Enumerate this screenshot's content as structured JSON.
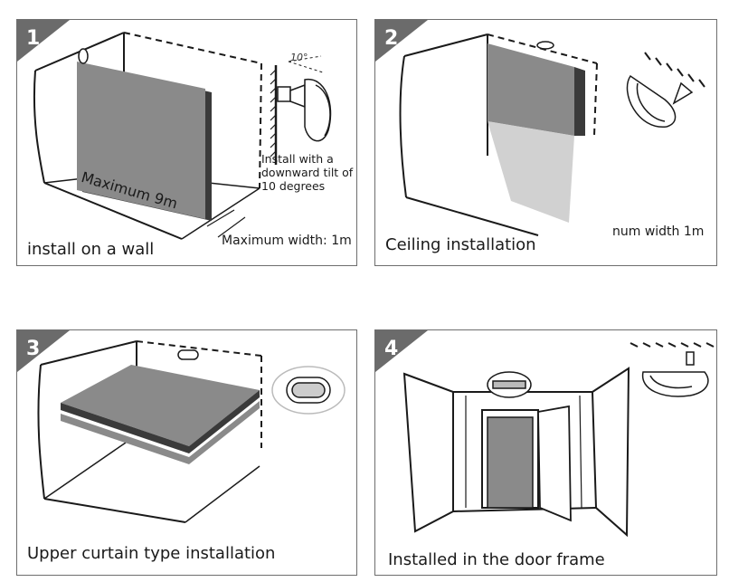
{
  "panels": [
    {
      "number": "1",
      "caption": "install on a wall",
      "distance_label": "Maximum 9m",
      "width_label": "Maximum width: 1m",
      "tilt_note": [
        "Install with a",
        "downward tilt of",
        "10 degrees"
      ],
      "angle_label": "10°"
    },
    {
      "number": "2",
      "caption": "Ceiling installation",
      "width_label": "num width  1m"
    },
    {
      "number": "3",
      "caption": "Upper curtain type installation"
    },
    {
      "number": "4",
      "caption": "Installed in the door frame"
    }
  ],
  "colors": {
    "badge": "#6b6b6b",
    "zone": "#8a8a8a",
    "zone_dark": "#3a3a3a",
    "line": "#1a1a1a",
    "border": "#6e6e6e"
  }
}
